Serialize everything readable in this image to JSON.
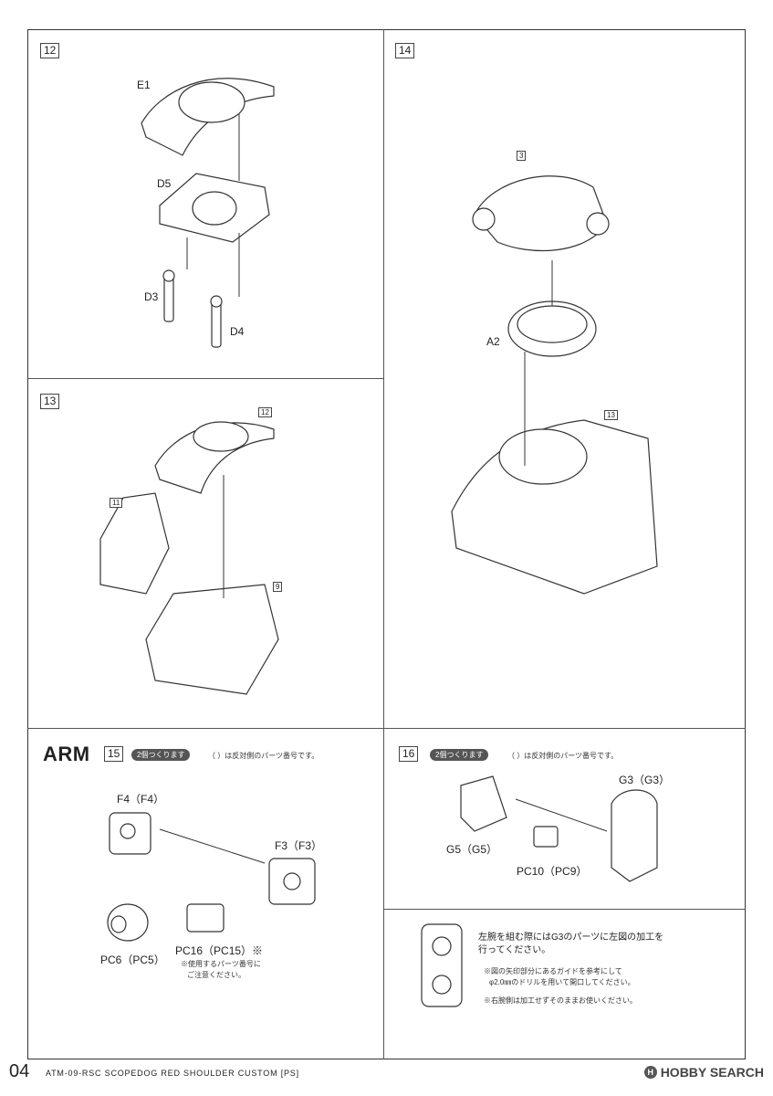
{
  "steps": {
    "s12": {
      "num": "12",
      "labels": {
        "e1": "E1",
        "d5": "D5",
        "d3": "D3",
        "d4": "D4"
      }
    },
    "s13": {
      "num": "13",
      "refs": {
        "r12": "12",
        "r11": "11",
        "r9": "9"
      }
    },
    "s14": {
      "num": "14",
      "labels": {
        "a2": "A2"
      },
      "refs": {
        "r3": "3",
        "r13": "13"
      }
    },
    "s15": {
      "title": "ARM",
      "num": "15",
      "pill": "2個つくります",
      "note": "（ ）は反対側のパーツ番号です。",
      "labels": {
        "f4": "F4（F4）",
        "f3": "F3（F3）",
        "pc6": "PC6（PC5）",
        "pc16": "PC16（PC15）※"
      },
      "footnote_1": "※使用するパーツ番号に",
      "footnote_2": "ご注意ください。"
    },
    "s16": {
      "num": "16",
      "pill": "2個つくります",
      "note": "（ ）は反対側のパーツ番号です。",
      "labels": {
        "g3": "G3（G3）",
        "g5": "G5（G5）",
        "pc10": "PC10（PC9）"
      }
    },
    "instruction": {
      "line1": "左腕を組む際にはG3のパーツに左図の加工を",
      "line2": "行ってください。",
      "line3": "※図の矢印部分にあるガイドを参考にして",
      "line4": "φ2.0㎜のドリルを用いて開口してください。",
      "line5": "※右腕側は加工せずそのままお使いください。"
    }
  },
  "footer": {
    "page": "04",
    "title": "ATM-09-RSC SCOPEDOG RED SHOULDER CUSTOM [PS]",
    "brand": "HOBBY SEARCH",
    "brand_mark": "H"
  }
}
